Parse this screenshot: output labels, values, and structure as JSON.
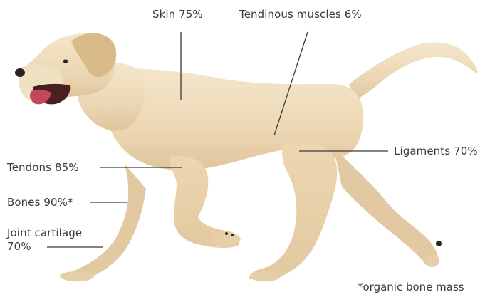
{
  "labels": {
    "skin": "Skin 75%",
    "tendinous_muscles": "Tendinous muscles 6%",
    "ligaments": "Ligaments 70%",
    "tendons": "Tendons 85%",
    "bones": "Bones 90%*",
    "joint_cartilage_line1": "Joint cartilage",
    "joint_cartilage_line2": "70%"
  },
  "footnote": "*organic bone mass",
  "colors": {
    "fur": "#efdcbb",
    "fur_shade": "#dcc298",
    "ear": "#d9bb8a",
    "nose": "#2a2220",
    "tongue": "#c0475e",
    "mouth": "#4a1f22",
    "text": "#3a3a3a",
    "leader_line": "#3a3a3a"
  }
}
